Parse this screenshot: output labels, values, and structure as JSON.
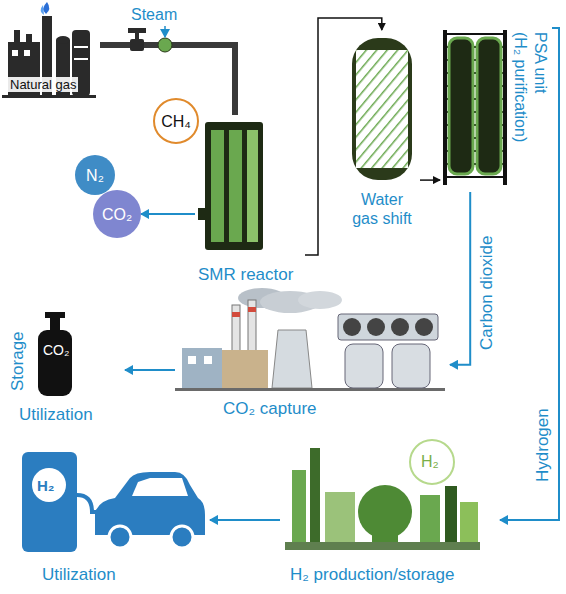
{
  "diagram": {
    "nodes": [
      {
        "text": [
          "Natural gas"
        ]
      },
      {
        "text": [
          "CH₄"
        ]
      },
      {
        "text": [
          "SMR reactor"
        ]
      },
      {
        "text": [
          "N₂"
        ]
      },
      {
        "text": [
          "CO₂"
        ]
      },
      {
        "text": [
          "Water gas shift"
        ]
      },
      {
        "text": [
          "PSA unit",
          "(H₂ purification)"
        ]
      },
      {
        "text": [
          "CO₂ capture"
        ]
      },
      {
        "text": [
          "Storage",
          "CO₂",
          "Utilization"
        ]
      },
      {
        "text": [
          "H₂",
          "H₂ production/storage"
        ]
      },
      {
        "text": [
          "H₂",
          "Utilization"
        ]
      }
    ],
    "edges": [
      {
        "from": 0,
        "to": 2,
        "arrow": "none"
      },
      {
        "from": 2,
        "to": 4,
        "arrow": "to"
      },
      {
        "from": 2,
        "to": 5,
        "arrow": "to"
      },
      {
        "from": 5,
        "to": 6,
        "arrow": "to"
      },
      {
        "from": 6,
        "to": 7,
        "label": "Carbon dioxide",
        "arrow": "to"
      },
      {
        "from": 6,
        "to": 9,
        "label": "Hydrogen",
        "arrow": "to"
      },
      {
        "from": 7,
        "to": 8,
        "arrow": "to"
      },
      {
        "from": 9,
        "to": 10,
        "arrow": "to"
      }
    ],
    "labels": [
      "Steam"
    ]
  }
}
